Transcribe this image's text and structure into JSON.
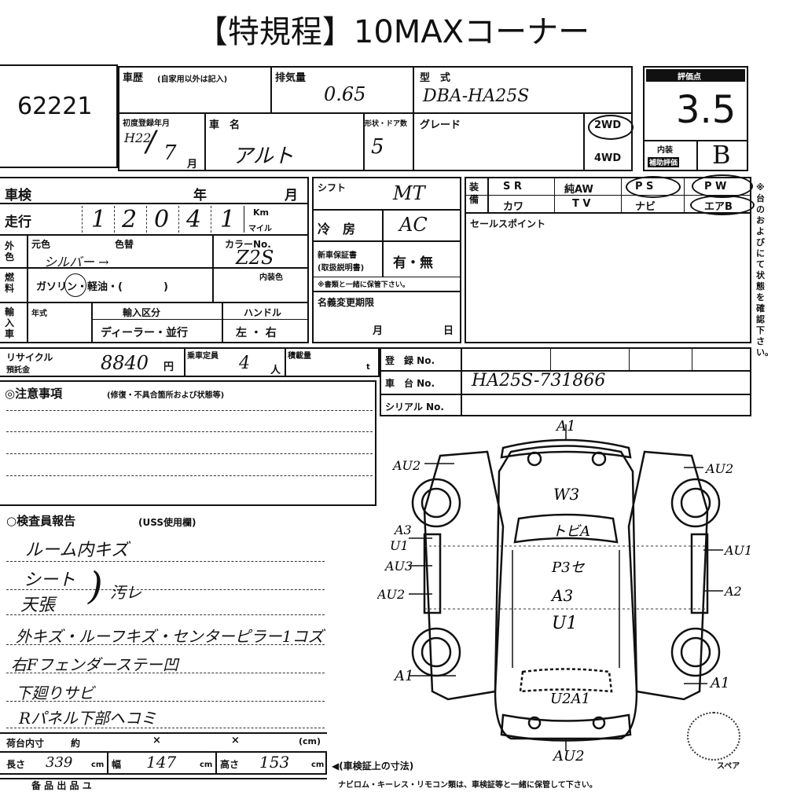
{
  "title": "【特規程】10MAXコーナー",
  "lot_number": "62221",
  "vehicle": {
    "history_label": "車歴",
    "history_note": "(自家用以外は記入)",
    "displacement_label": "排気量",
    "displacement_value": "0.65",
    "model_label": "型　式",
    "model_value": "DBA-HA25S",
    "score_label": "評価点",
    "score_value": "3.5",
    "first_reg_label": "初度登録年月",
    "first_reg_era": "H22",
    "first_reg_month": "7",
    "month_unit": "月",
    "name_label": "車　名",
    "name_value": "アルト",
    "doors_label": "形状・ドア数",
    "doors_value": "5",
    "grade_label": "グレード",
    "drive_2wd": "2WD",
    "drive_4wd": "4WD",
    "interior_grade_label": "内装",
    "interior_grade_sub": "補助評価",
    "interior_grade_value": "B"
  },
  "inspection": {
    "shaken_label": "車検",
    "year_unit": "年",
    "month_unit": "月",
    "mileage_label": "走行",
    "mileage_digits": [
      "1",
      "2",
      "0",
      "4",
      "1"
    ],
    "mileage_unit_km": "Km",
    "mileage_unit_mile": "マイル",
    "shift_label": "シフト",
    "shift_value": "MT",
    "ac_label": "冷　房",
    "ac_value": "AC",
    "color_label": "外色",
    "orig_color_label": "元色",
    "color_change_label": "色替",
    "color_value": "シルバー →",
    "color_no_label": "カラーNo.",
    "color_no_value": "Z2S",
    "interior_color_label": "内装色",
    "fuel_label": "燃料",
    "fuel_value": "ガソリン・軽油・(　　　　)",
    "import_label": "輸入車",
    "import_year_label": "年式",
    "import_class_label": "輸入区分",
    "import_class_value": "ディーラー・並行",
    "handle_label": "ハンドル",
    "handle_value": "左 ・ 右",
    "manual_label": "新車保証書",
    "manual_sub": "(取扱説明書)",
    "manual_value": "有・無",
    "manual_note": "※書類と一緒に保管下さい。",
    "name_change_label": "名義変更期限",
    "day_unit": "日",
    "recycle_label": "リサイクル",
    "recycle_sub": "預託金",
    "recycle_value": "8840",
    "yen_unit": "円",
    "capacity_label": "乗車定員",
    "capacity_value": "4",
    "person_unit": "人",
    "load_label": "積載量",
    "ton_unit": "t"
  },
  "equipment": {
    "label_top": "装備",
    "row1": [
      "S R",
      "純AW",
      "P S",
      "P W"
    ],
    "row2": [
      "カワ",
      "T V",
      "ナビ",
      "エアB"
    ],
    "selling_points_label": "セールスポイント",
    "side_note": "※台のおよびにて状態を確認下さい。"
  },
  "registry": {
    "reg_no_label": "登　録 No.",
    "chassis_label": "車　台 No.",
    "chassis_value": "HA25S-731866",
    "serial_label": "シリアル No."
  },
  "notes": {
    "caution_label": "◎注意事項",
    "caution_sub": "(修復・不具合箇所および状態等)",
    "inspector_label": "○検査員報告",
    "inspector_sub": "(USS使用欄)",
    "lines": [
      "ルーム内キズ",
      "シート",
      "天張",
      "外キズ・ルーフキズ・センターピラー1コズ",
      "右Fフェンダーステー凹",
      "下廻りサビ",
      "Rパネル下部ヘコミ"
    ],
    "lines_bracket_note": "汚レ"
  },
  "cargo": {
    "cargo_label": "荷台内寸",
    "about": "約",
    "times": "×",
    "cm_unit": "(cm)",
    "length_label": "長さ",
    "length_value": "339",
    "width_label": "幅",
    "width_value": "147",
    "height_label": "高さ",
    "height_value": "153",
    "cm": "cm",
    "dimension_note": "◀(車検証上の寸法)",
    "bottom_note": "ナビロム・キーレス・リモコン類は、車検証等と一緒に保管して下さい。",
    "bottom_left": "备 品 出 品 ユ",
    "spare_label": "スペア"
  },
  "diagram": {
    "front": "A1",
    "rear": "AU2",
    "windshield": "W3",
    "sunroof": "トビA",
    "roof_center": "P3セ",
    "roof_a3": "A3",
    "roof_u1": "U1",
    "rear_center": "U2A1",
    "left_front_fender": "AU2",
    "right_front_fender": "AU2",
    "left_a3": "A3",
    "left_u1": "U1",
    "left_au3": "AU3",
    "left_au2": "AU2",
    "left_a1": "A1",
    "right_au1": "AU1",
    "right_a2": "A2",
    "right_a1": "A1"
  }
}
